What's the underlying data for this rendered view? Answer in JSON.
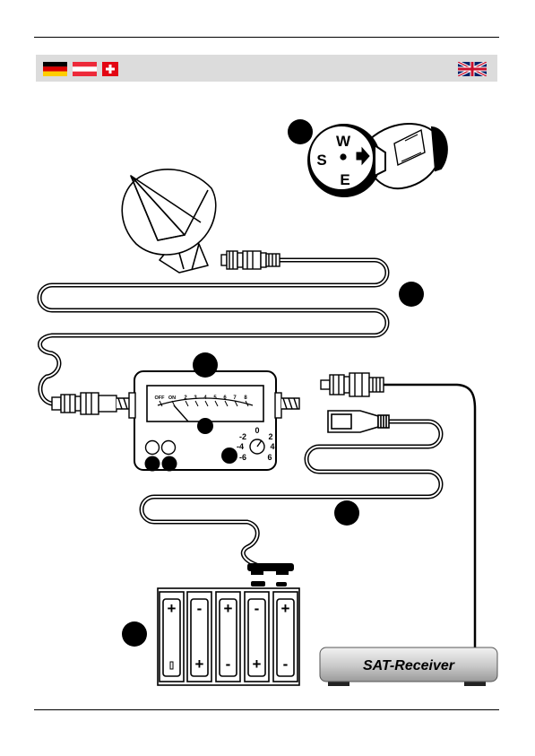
{
  "flags": {
    "left": [
      "germany-flag-icon",
      "austria-flag-icon",
      "switzerland-flag-icon"
    ],
    "right": [
      "united-kingdom-flag-icon"
    ]
  },
  "compass": {
    "north_label": "W",
    "west_label": "S",
    "south_label": "E"
  },
  "meter": {
    "scale_labels": [
      "OFF",
      "ON",
      "2",
      "3",
      "4",
      "5",
      "6",
      "7",
      "8"
    ],
    "dial_labels": [
      "-2",
      "0",
      "2",
      "-4",
      "4",
      "-6",
      "6"
    ]
  },
  "battery": {
    "plus": "+",
    "minus": "-"
  },
  "receiver": {
    "label": "SAT-Receiver"
  },
  "colors": {
    "callout": "#000000",
    "flag_bar": "#dcdcdc"
  }
}
